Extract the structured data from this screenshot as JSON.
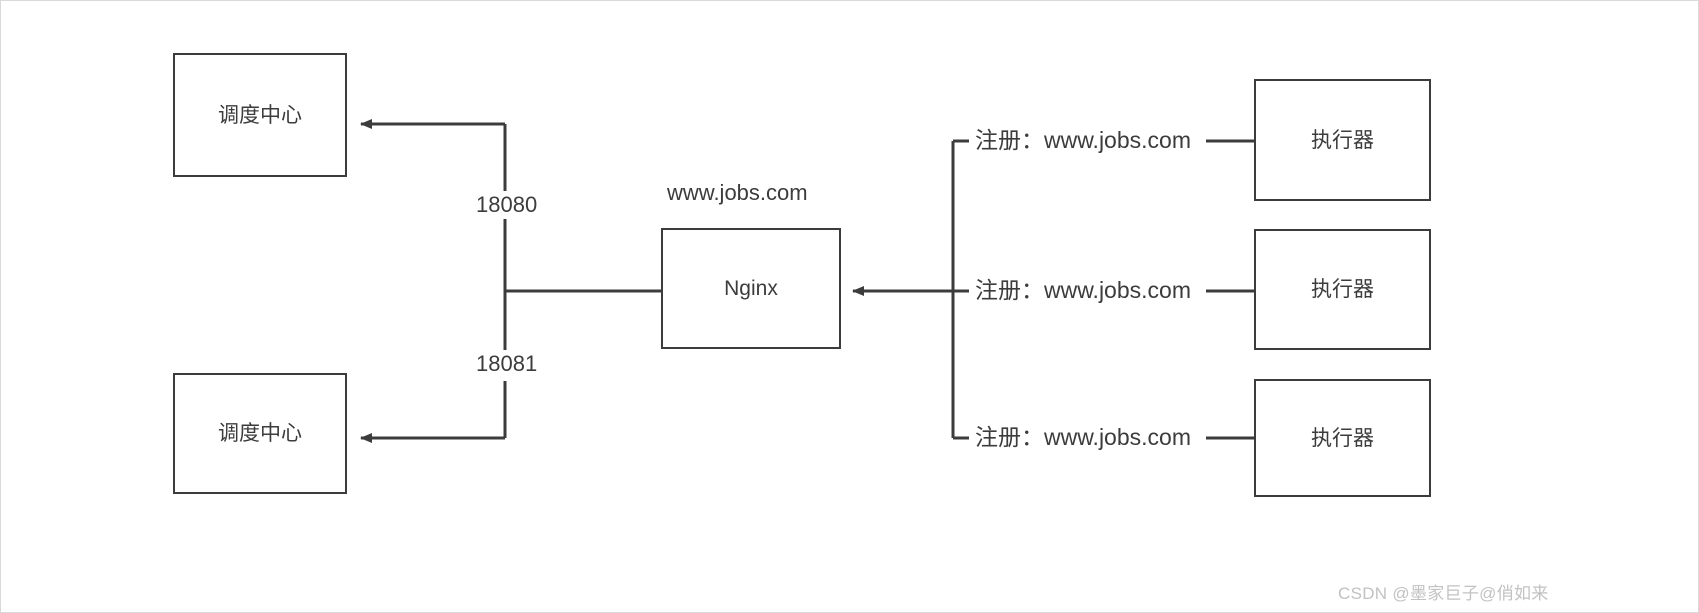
{
  "diagram": {
    "type": "architecture-flow",
    "title": "",
    "nodes": [
      {
        "id": "sched_top",
        "label": "调度中心",
        "role": "scheduling-center"
      },
      {
        "id": "sched_bottom",
        "label": "调度中心",
        "role": "scheduling-center"
      },
      {
        "id": "nginx",
        "label": "Nginx",
        "role": "load-balancer"
      },
      {
        "id": "exec_1",
        "label": "执行器",
        "role": "executor"
      },
      {
        "id": "exec_2",
        "label": "执行器",
        "role": "executor"
      },
      {
        "id": "exec_3",
        "label": "执行器",
        "role": "executor"
      }
    ],
    "edge_labels": {
      "port_top": "18080",
      "port_bottom": "18081",
      "domain": "www.jobs.com",
      "register_1": "注册：www.jobs.com",
      "register_2": "注册：www.jobs.com",
      "register_3": "注册：www.jobs.com"
    },
    "colors": {
      "stroke": "#3c3c3c",
      "box_fill": "#ffffff",
      "text": "#3c3c3c",
      "canvas_border": "#d9d9d9",
      "watermark": "#c2c2c2"
    }
  },
  "watermark": {
    "text": "CSDN @墨家巨子@俏如来"
  }
}
